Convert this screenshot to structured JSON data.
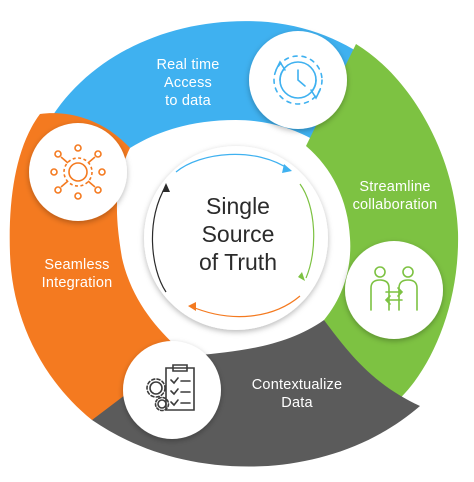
{
  "center": {
    "title_lines": [
      "Single",
      "Source",
      "of Truth"
    ]
  },
  "segments": [
    {
      "id": "realtime",
      "label_lines": [
        "Real time",
        "Access",
        "to data"
      ],
      "color": "#3fb1f0",
      "icon": "clock-sync-icon"
    },
    {
      "id": "streamline",
      "label_lines": [
        "Streamline",
        "collaboration"
      ],
      "color": "#7dc242",
      "icon": "people-exchange-icon"
    },
    {
      "id": "contextualize",
      "label_lines": [
        "Contextualize",
        "Data"
      ],
      "color": "#5b5b5b",
      "icon": "checklist-gears-icon"
    },
    {
      "id": "seamless",
      "label_lines": [
        "Seamless",
        "Integration"
      ],
      "color": "#f47a20",
      "icon": "gear-network-icon"
    }
  ],
  "inner_arrows_colors": [
    "#3fb1f0",
    "#7dc242",
    "#f47a20",
    "#2b2b2b"
  ]
}
